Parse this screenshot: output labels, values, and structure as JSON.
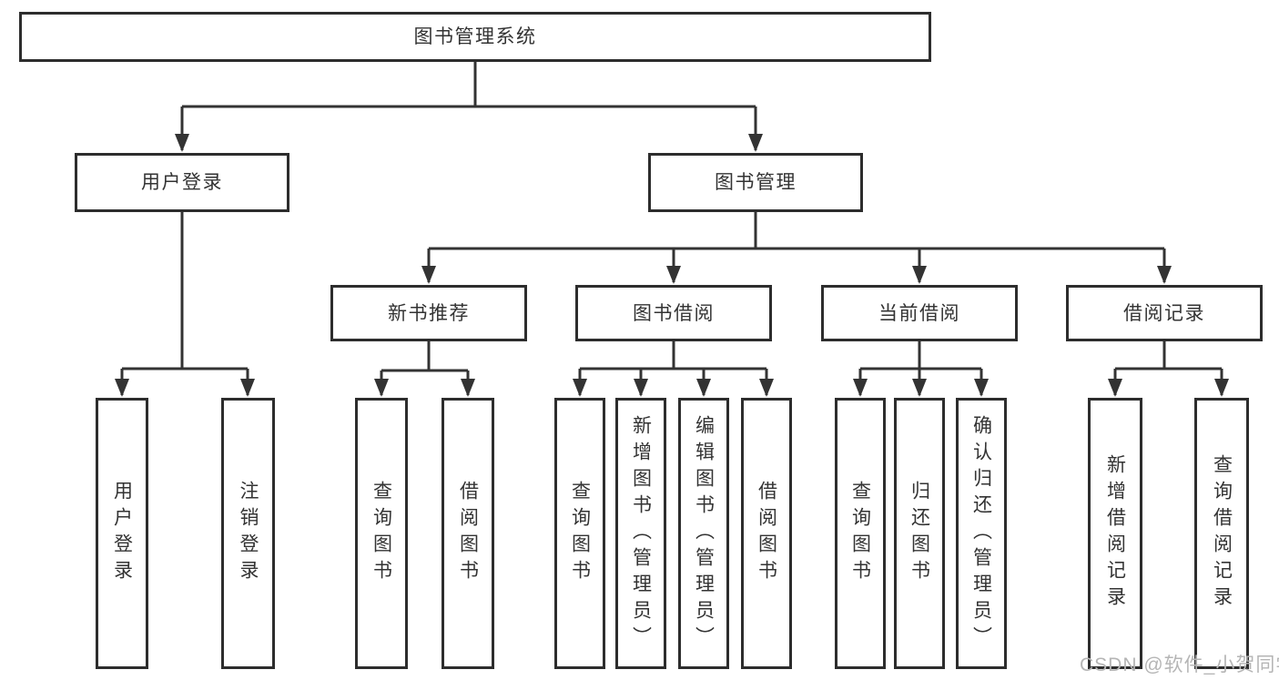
{
  "diagram": {
    "title": "图书管理系统",
    "root": {
      "label": "图书管理系统"
    },
    "level2": [
      {
        "label": "用户登录"
      },
      {
        "label": "图书管理"
      }
    ],
    "level3": [
      {
        "label": "新书推荐"
      },
      {
        "label": "图书借阅"
      },
      {
        "label": "当前借阅"
      },
      {
        "label": "借阅记录"
      }
    ],
    "leaves": {
      "user_login": [
        {
          "label": "用户登录"
        },
        {
          "label": "注销登录"
        }
      ],
      "new_book": [
        {
          "label": "查询图书"
        },
        {
          "label": "借阅图书"
        }
      ],
      "book_borrow": [
        {
          "label": "查询图书"
        },
        {
          "label": "新增图书（管理员）"
        },
        {
          "label": "编辑图书（管理员）"
        },
        {
          "label": "借阅图书"
        }
      ],
      "current_borrow": [
        {
          "label": "查询图书"
        },
        {
          "label": "归还图书"
        },
        {
          "label": "确认归还（管理员）"
        }
      ],
      "borrow_record": [
        {
          "label": "新增借阅记录"
        },
        {
          "label": "查询借阅记录"
        }
      ]
    },
    "colors": {
      "line": "#333333",
      "box_border": "#2d2d2d",
      "text": "#333333",
      "watermark": "#b5b5b5",
      "background": "#ffffff"
    }
  },
  "watermark": {
    "text": "CSDN @软件_小贺同学"
  }
}
